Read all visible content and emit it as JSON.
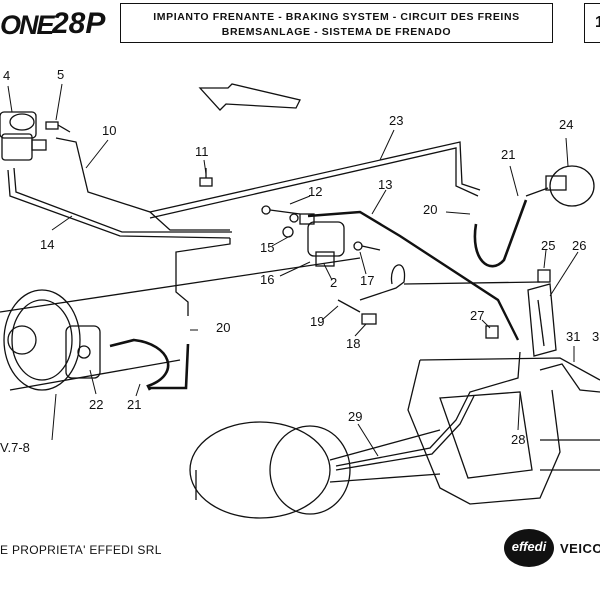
{
  "header": {
    "brand": "ONE",
    "model": "28P",
    "title_line1": "IMPIANTO FRENANTE - BRAKING SYSTEM - CIRCUIT DES FREINS",
    "title_line2": "BREMSANLAGE - SISTEMA DE FRENADO",
    "page_number": "1"
  },
  "callouts": {
    "c4": "4",
    "c5": "5",
    "c10": "10",
    "c11": "11",
    "c12": "12",
    "c13": "13",
    "c14": "14",
    "c15": "15",
    "c16": "16",
    "c17": "17",
    "c2": "2",
    "c18": "18",
    "c19": "19",
    "c20a": "20",
    "c20b": "20",
    "c21a": "21",
    "c21b": "21",
    "c22": "22",
    "c23": "23",
    "c24": "24",
    "c25": "25",
    "c26": "26",
    "c27": "27",
    "c28": "28",
    "c29": "29",
    "c31": "31",
    "c3": "3",
    "ref": "V.7-8"
  },
  "footer": {
    "copyright": "E PROPRIETA' EFFEDI SRL",
    "logo_text": "effedi",
    "logo_caption": "VEICO"
  },
  "colors": {
    "ink": "#111111",
    "background": "#ffffff"
  }
}
